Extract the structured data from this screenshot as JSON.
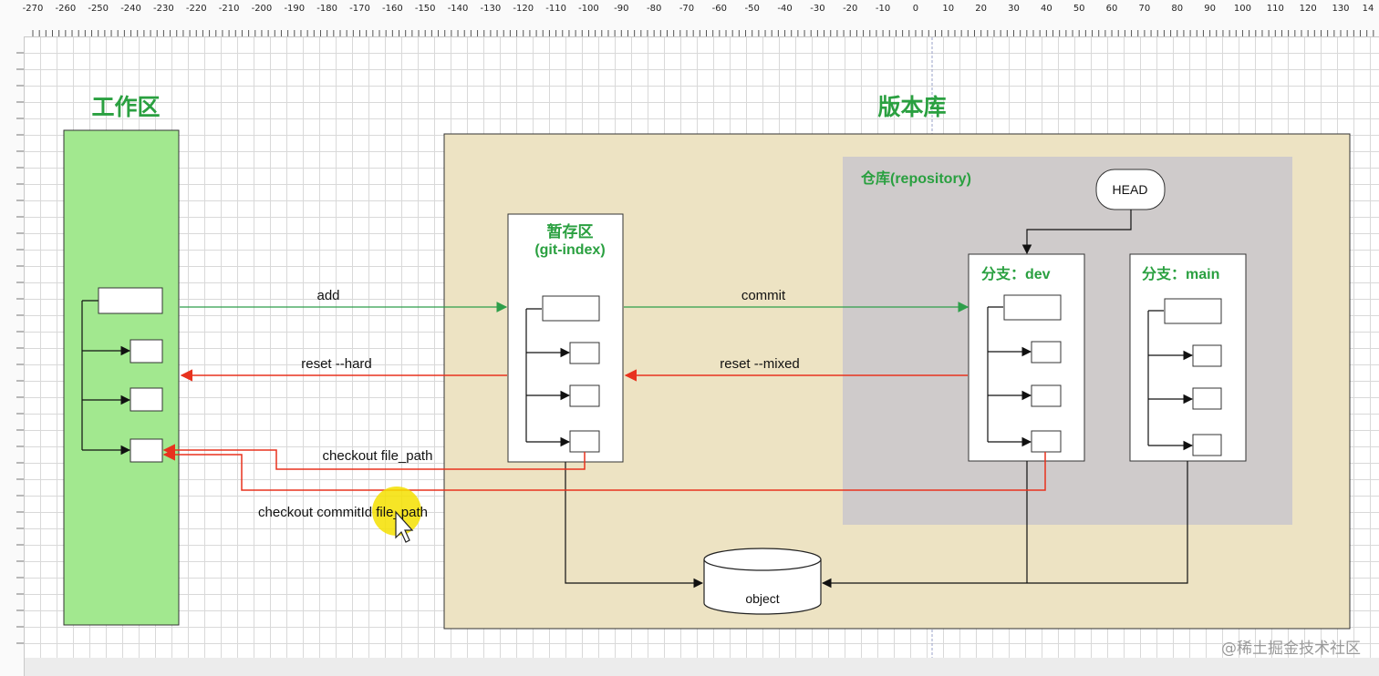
{
  "ruler": {
    "ticks": [
      "-270",
      "-260",
      "-250",
      "-240",
      "-230",
      "-220",
      "-210",
      "-200",
      "-190",
      "-180",
      "-170",
      "-160",
      "-150",
      "-140",
      "-130",
      "-120",
      "-110",
      "-100",
      "-90",
      "-80",
      "-70",
      "-60",
      "-50",
      "-40",
      "-30",
      "-20",
      "-10",
      "0",
      "10",
      "20",
      "30",
      "40",
      "50",
      "60",
      "70",
      "80",
      "90",
      "100",
      "110",
      "120",
      "130",
      "14"
    ]
  },
  "diagram": {
    "workspace_title": "工作区",
    "repo_area_title": "版本库",
    "index_title": "暂存区",
    "index_subtitle": "(git-index)",
    "repository_label": "仓库(repository)",
    "head_label": "HEAD",
    "branch_dev": "分支：dev",
    "branch_main": "分支：main",
    "object_label": "object",
    "arrows": {
      "add": "add",
      "commit": "commit",
      "reset_hard": "reset --hard",
      "reset_mixed": "reset --mixed",
      "checkout_file": "checkout  file_path",
      "checkout_commit": "checkout  commitId file_path"
    }
  },
  "watermark": "@稀土掘金技术社区",
  "colors": {
    "green_arrow": "#2e9e4a",
    "red_arrow": "#e8321e",
    "title_green": "#2aa040",
    "workspace_fill": "#a2e88f",
    "repo_fill": "#ede3c3",
    "repository_fill": "#cfcbcb"
  }
}
